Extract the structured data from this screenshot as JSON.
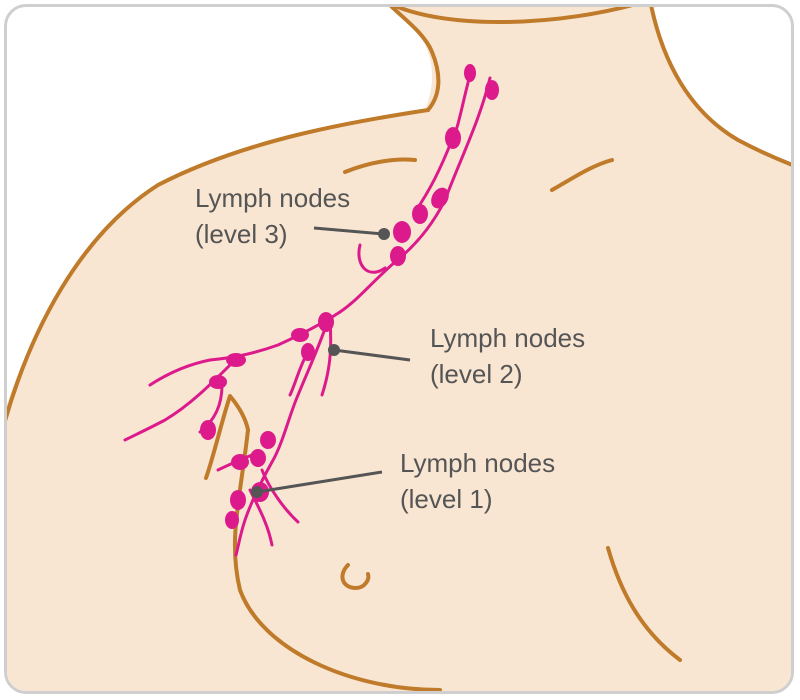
{
  "labels": {
    "level3": {
      "line1": "Lymph nodes",
      "line2": "(level 3)"
    },
    "level2": {
      "line1": "Lymph nodes",
      "line2": "(level 2)"
    },
    "level1": {
      "line1": "Lymph nodes",
      "line2": "(level 1)"
    }
  },
  "colors": {
    "skin": "#f8e6d2",
    "outline": "#bf7a2a",
    "lymph": "#dc1a8c",
    "pointer": "#555555",
    "frame": "#cfcfcf"
  }
}
